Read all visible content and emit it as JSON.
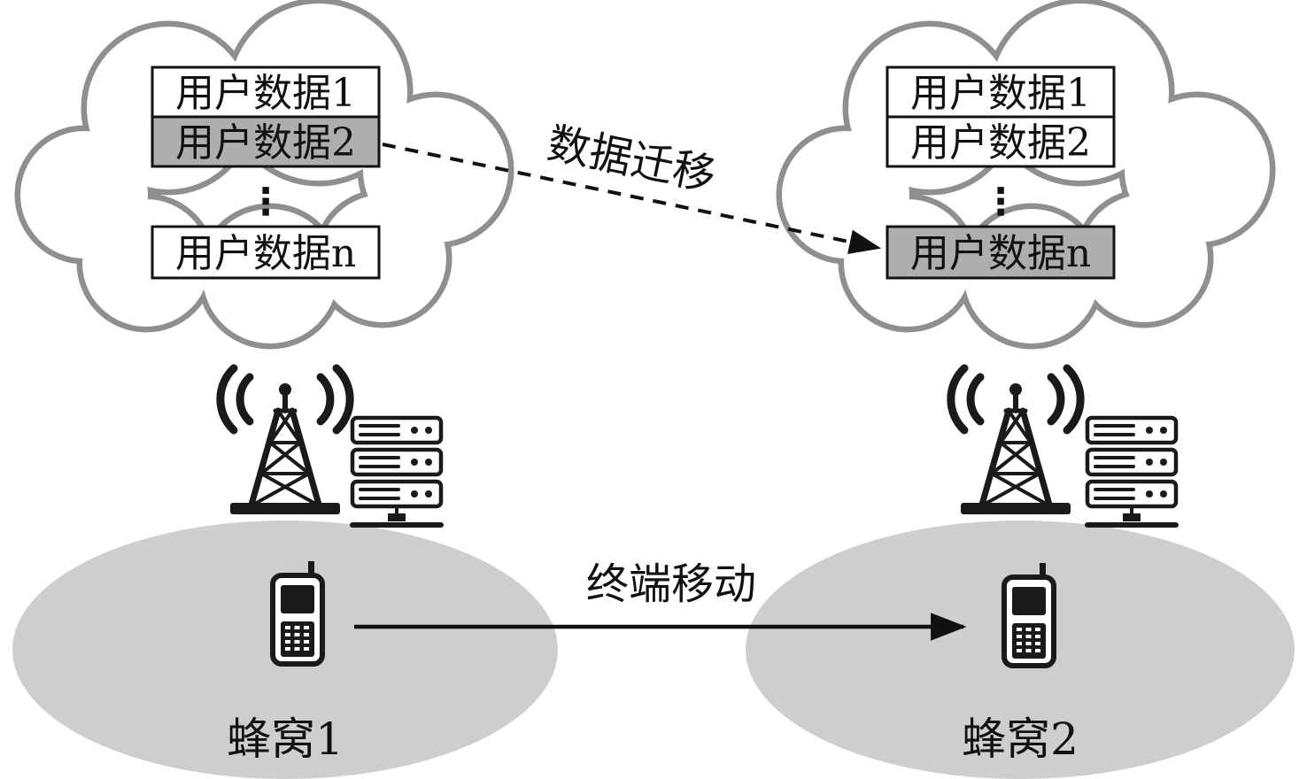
{
  "figure": {
    "left": {
      "cell_label": "蜂窝1",
      "cloud": {
        "box1": "用户数据1",
        "box2": "用户数据2",
        "dots": "⋮",
        "boxn": "用户数据n",
        "highlighted_box": "box2"
      }
    },
    "right": {
      "cell_label": "蜂窝2",
      "cloud": {
        "box1": "用户数据1",
        "box2": "用户数据2",
        "dots": "⋮",
        "boxn": "用户数据n",
        "highlighted_box": "boxn"
      }
    },
    "labels": {
      "data_migration": "数据迁移",
      "terminal_movement": "终端移动"
    },
    "colors": {
      "cloud_stroke": "#8f8f8f",
      "box_highlight": "#aeaeae",
      "box_plain": "#ffffff",
      "cell_fill": "#cecece",
      "ink": "#1a1a1a"
    }
  }
}
